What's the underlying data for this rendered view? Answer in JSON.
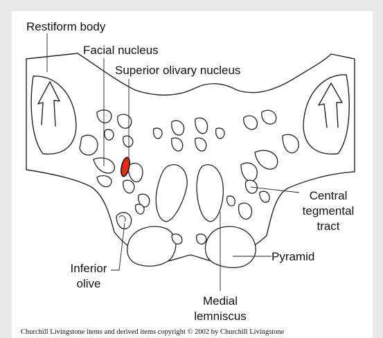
{
  "labels": {
    "restiform": "Restiform body",
    "facial": "Facial nucleus",
    "superior_olivary": "Superior olivary nucleus",
    "central_tegmental": [
      "Central",
      "tegmental",
      "tract"
    ],
    "pyramid": "Pyramid",
    "inferior_olive": [
      "Inferior",
      "olive"
    ],
    "medial_lemniscus": [
      "Medial",
      "lemniscus"
    ]
  },
  "copyright": "Churchill Livingstone items and derived items copyright © 2002 by Churchill Livingstone",
  "colors": {
    "highlight": "#e8261a",
    "outline": "#222222",
    "background": "#e9e9e9"
  }
}
